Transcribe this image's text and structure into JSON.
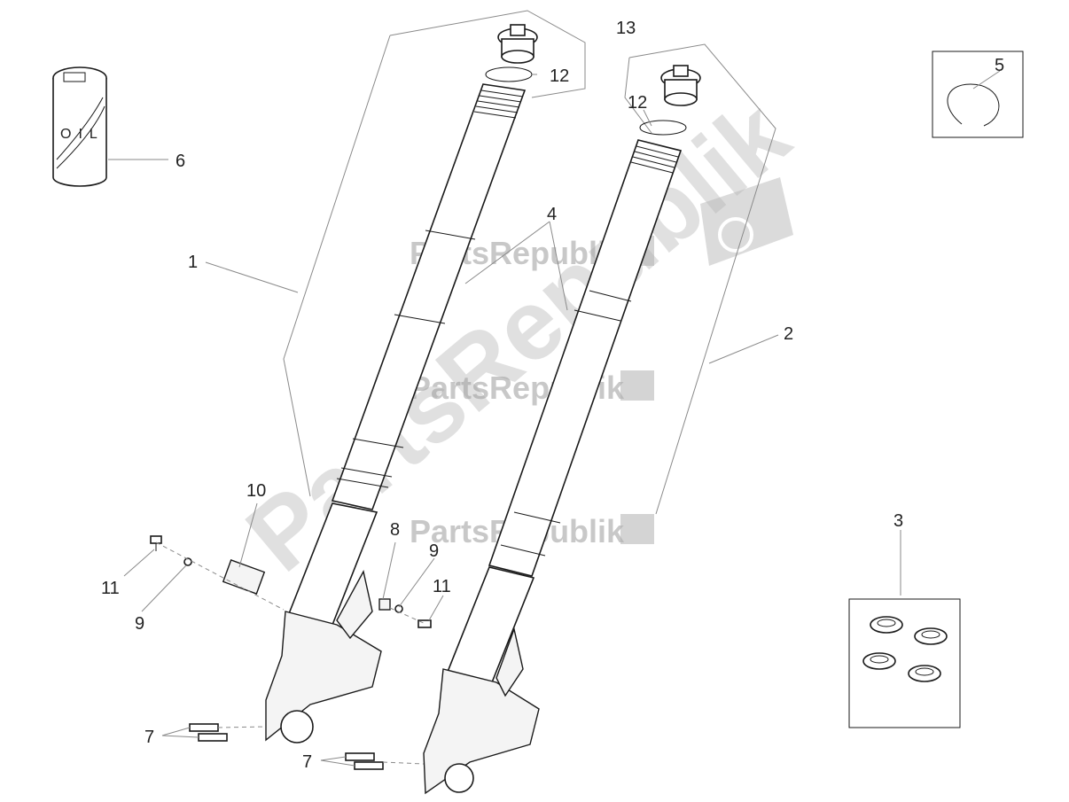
{
  "callouts": [
    {
      "id": "c1",
      "text": "1"
    },
    {
      "id": "c2",
      "text": "2"
    },
    {
      "id": "c3",
      "text": "3"
    },
    {
      "id": "c4",
      "text": "4"
    },
    {
      "id": "c5",
      "text": "5"
    },
    {
      "id": "c6",
      "text": "6"
    },
    {
      "id": "c7a",
      "text": "7"
    },
    {
      "id": "c7b",
      "text": "7"
    },
    {
      "id": "c8",
      "text": "8"
    },
    {
      "id": "c9a",
      "text": "9"
    },
    {
      "id": "c9b",
      "text": "9"
    },
    {
      "id": "c10",
      "text": "10"
    },
    {
      "id": "c11a",
      "text": "11"
    },
    {
      "id": "c11b",
      "text": "11"
    },
    {
      "id": "c12a",
      "text": "12"
    },
    {
      "id": "c12b",
      "text": "12"
    },
    {
      "id": "c13",
      "text": "13"
    }
  ],
  "oil_label": "OIL",
  "watermark": {
    "brand": "PartsRepublik",
    "color": "#9c9c9c"
  },
  "colors": {
    "line": "#1a1a1a",
    "leader": "#8a8a8a",
    "background": "#ffffff"
  }
}
